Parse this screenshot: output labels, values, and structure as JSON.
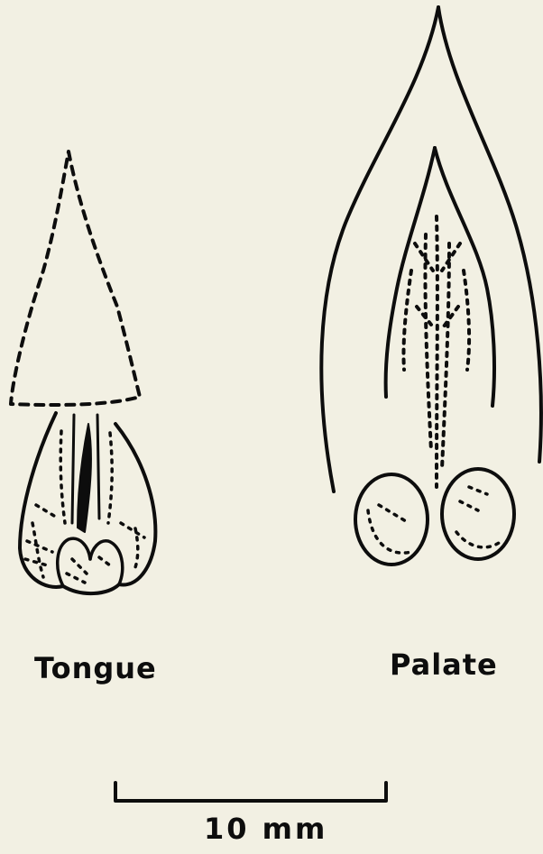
{
  "labels": {
    "tongue": "Tongue",
    "palate": "Palate",
    "scale": "10 mm"
  },
  "colors": {
    "background": "#f2f0e3",
    "ink": "#0d0d0d"
  }
}
